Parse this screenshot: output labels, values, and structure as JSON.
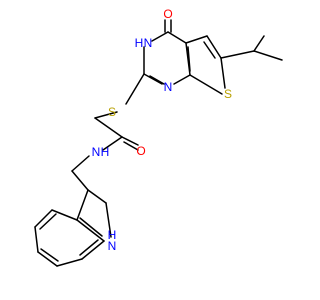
{
  "structure": {
    "atoms": {
      "oxygen_pyrimidinone": {
        "symbol": "O",
        "color": "#ff0000"
      },
      "nh_pyrimidinone": {
        "symbol": "N",
        "hydrogen": "H",
        "color": "#0000ff"
      },
      "n_pyrimidine": {
        "symbol": "N",
        "color": "#0000ff"
      },
      "s_thiophene": {
        "symbol": "S",
        "color": "#b8a000"
      },
      "s_thioether": {
        "symbol": "S",
        "color": "#b8a000"
      },
      "oxygen_amide": {
        "symbol": "O",
        "color": "#ff0000"
      },
      "nh_amide": {
        "symbol": "N",
        "hydrogen": "H",
        "color": "#0000ff"
      },
      "nh_indole": {
        "symbol": "N",
        "hydrogen": "H",
        "color": "#0000ff"
      }
    },
    "bond_color": "#000000"
  }
}
